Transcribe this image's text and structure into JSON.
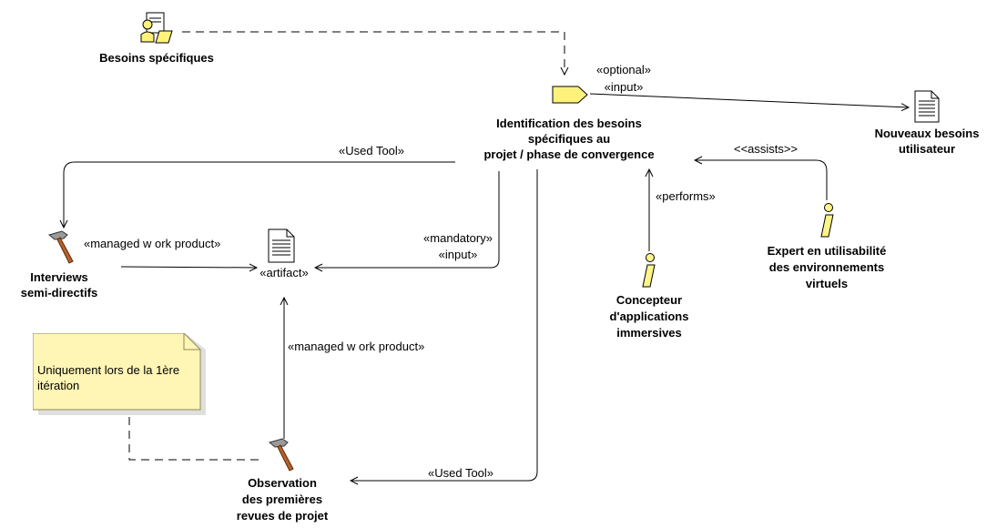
{
  "elements": {
    "besoins_specifiques": "Besoins spécifiques",
    "task_title": [
      "Identification des besoins",
      "spécifiques au",
      "projet / phase de convergence"
    ],
    "nouveaux_besoins": [
      "Nouveaux besoins",
      "utilisateur"
    ],
    "interviews": [
      "Interviews",
      "semi-directifs"
    ],
    "artifact": "«artifact»",
    "concepteur": [
      "Concepteur",
      "d'applications",
      "immersives"
    ],
    "expert": [
      "Expert en utilisabilité",
      "des environnements",
      "virtuels"
    ],
    "observation": [
      "Observation",
      "des premières",
      "revues de projet"
    ]
  },
  "labels": {
    "optional": "«optional»",
    "input": "«input»",
    "used_tool_top": "«Used Tool»",
    "assists": "<<assists>>",
    "performs": "«performs»",
    "managed_wp_1": "«managed w ork product»",
    "mandatory": "«mandatory»",
    "input2": "«input»",
    "managed_wp_2": "«managed w ork product»",
    "used_tool_bottom": "«Used Tool»"
  },
  "note": {
    "text": "Uniquement lors de la 1ère itération"
  },
  "colors": {
    "task_fill": "#fff27a",
    "note_fill": "#fff5b5",
    "role_fill": "#fff48a"
  }
}
